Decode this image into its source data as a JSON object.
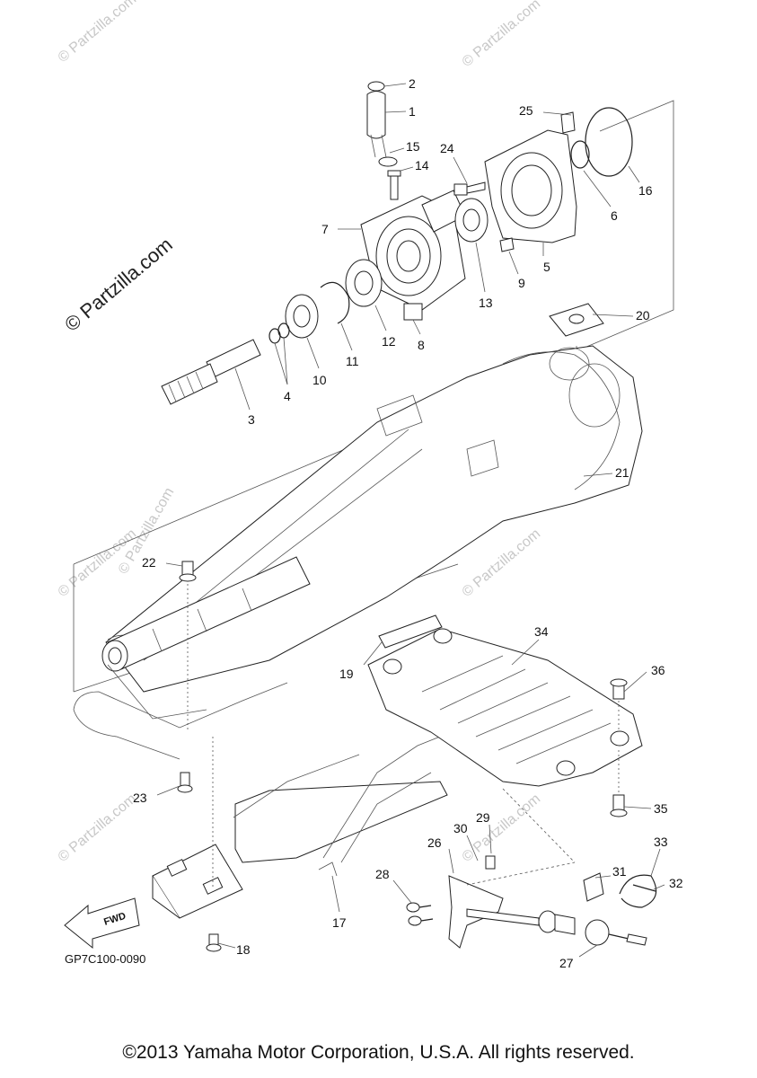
{
  "diagram": {
    "code": "GP7C100-0090",
    "fwd_label": "FWD",
    "watermark_main": "© Partzilla.com",
    "watermark_faint": "© Partzilla.com",
    "callouts": [
      "1",
      "2",
      "3",
      "4",
      "5",
      "6",
      "7",
      "8",
      "9",
      "10",
      "11",
      "12",
      "13",
      "14",
      "15",
      "16",
      "17",
      "18",
      "19",
      "20",
      "21",
      "22",
      "23",
      "24",
      "25",
      "26",
      "27",
      "28",
      "29",
      "30",
      "31",
      "32",
      "33",
      "34",
      "35",
      "36"
    ]
  },
  "footer": {
    "copyright": "©2013 Yamaha Motor Corporation, U.S.A. All rights reserved."
  }
}
